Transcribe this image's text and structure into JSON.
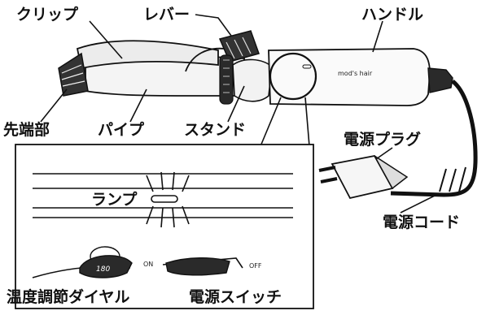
{
  "labels": {
    "clip": "クリップ",
    "lever": "レバー",
    "handle": "ハンドル",
    "tip": "先端部",
    "pipe": "パイプ",
    "stand": "スタンド",
    "power_plug": "電源プラグ",
    "power_cord": "電源コード",
    "lamp": "ランプ",
    "temp_dial": "温度調節ダイヤル",
    "power_switch": "電源スイッチ"
  },
  "printed": {
    "brand": "mod's hair",
    "dial_value": "180",
    "on": "ON",
    "off": "OFF"
  }
}
